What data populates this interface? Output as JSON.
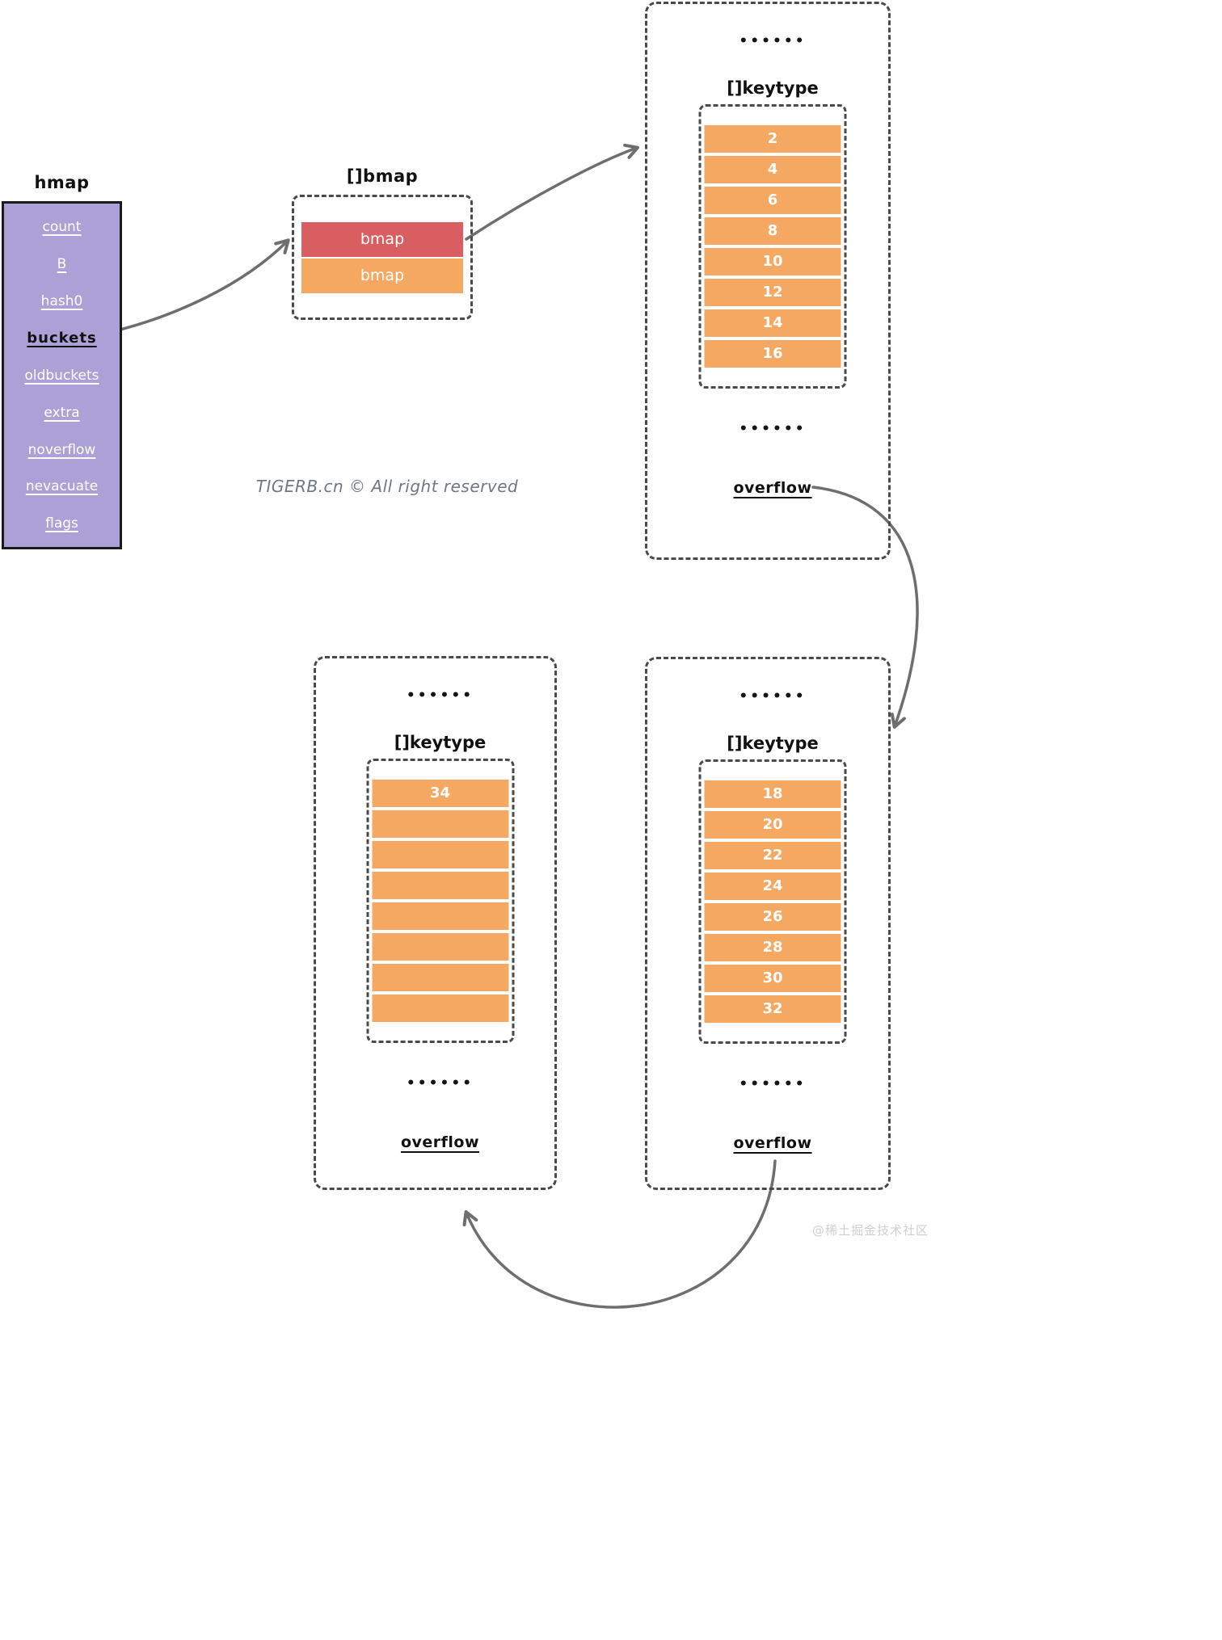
{
  "colors": {
    "purple": "#aba1d6",
    "red": "#d95e62",
    "orange": "#f5a862",
    "arrow": "#6e6e6e"
  },
  "hmap": {
    "title": "hmap",
    "fields": [
      "count",
      "B",
      "hash0",
      "buckets",
      "oldbuckets",
      "extra",
      "noverflow",
      "nevacuate",
      "flags"
    ],
    "highlighted_field": "buckets"
  },
  "bmap": {
    "title": "[]bmap",
    "cells": [
      {
        "label": "bmap",
        "variant": "red"
      },
      {
        "label": "bmap",
        "variant": "orange"
      }
    ]
  },
  "buckets": [
    {
      "id": "top-right",
      "dots_top": "••••••",
      "title": "[]keytype",
      "cells": [
        "2",
        "4",
        "6",
        "8",
        "10",
        "12",
        "14",
        "16"
      ],
      "dots_bottom": "••••••",
      "overflow": "overflow"
    },
    {
      "id": "bottom-left",
      "dots_top": "••••••",
      "title": "[]keytype",
      "cells": [
        "34",
        "",
        "",
        "",
        "",
        "",
        "",
        ""
      ],
      "dots_bottom": "••••••",
      "overflow": "overflow"
    },
    {
      "id": "bottom-right",
      "dots_top": "••••••",
      "title": "[]keytype",
      "cells": [
        "18",
        "20",
        "22",
        "24",
        "26",
        "28",
        "30",
        "32"
      ],
      "dots_bottom": "••••••",
      "overflow": "overflow"
    }
  ],
  "watermarks": {
    "center": "TIGERB.cn © All right reserved",
    "corner": "@稀土掘金技术社区"
  }
}
